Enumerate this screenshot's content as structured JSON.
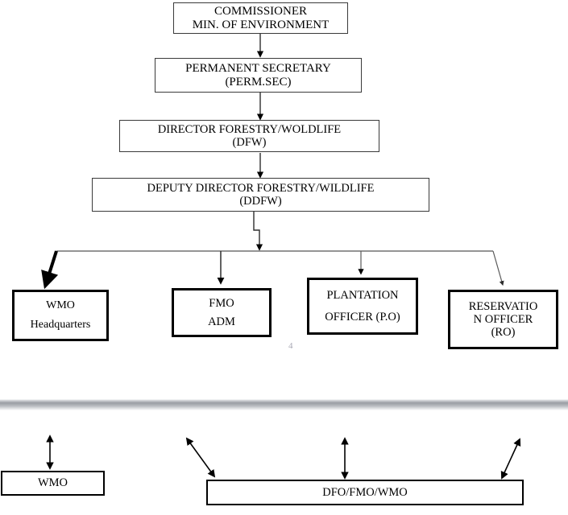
{
  "document": {
    "page_number": "4",
    "colors": {
      "ink": "#000000",
      "thin_stroke": "#3a3a3a",
      "page_number": "#a8a8b4",
      "divider": "#9a9ea4",
      "background": "#ffffff"
    }
  },
  "chart_data": {
    "type": "diagram",
    "subtype": "organizational-chart",
    "title": "",
    "sections": [
      "hierarchy",
      "field-coordination"
    ],
    "nodes": [
      {
        "id": "commissioner",
        "lines": [
          "COMMISSIONER",
          "MIN. OF ENVIRONMENT"
        ],
        "level": 0
      },
      {
        "id": "perm-secretary",
        "lines": [
          "PERMANENT SECRETARY",
          "(PERM.SEC)"
        ],
        "level": 1
      },
      {
        "id": "dfw",
        "lines": [
          "DIRECTOR FORESTRY/WOLDLIFE",
          "(DFW)"
        ],
        "level": 2
      },
      {
        "id": "ddfw",
        "lines": [
          "DEPUTY DIRECTOR FORESTRY/WILDLIFE",
          "(DDFW)"
        ],
        "level": 3
      },
      {
        "id": "wmo-hq",
        "lines": [
          "WMO",
          "Headquarters"
        ],
        "level": 4
      },
      {
        "id": "fmo-adm",
        "lines": [
          "FMO",
          "ADM"
        ],
        "level": 4
      },
      {
        "id": "plantation",
        "lines": [
          "PLANTATION",
          "OFFICER (P.O)"
        ],
        "level": 4
      },
      {
        "id": "reservation",
        "lines": [
          "RESERVATIO",
          "N OFFICER",
          "(RO)"
        ],
        "level": 4
      },
      {
        "id": "wmo-field",
        "lines": [
          "WMO"
        ],
        "level": 5
      },
      {
        "id": "dfo-fmo-wmo",
        "lines": [
          "DFO/FMO/WMO"
        ],
        "level": 5
      }
    ],
    "edges": [
      {
        "from": "commissioner",
        "to": "perm-secretary",
        "style": "arrow-down"
      },
      {
        "from": "perm-secretary",
        "to": "dfw",
        "style": "arrow-down"
      },
      {
        "from": "dfw",
        "to": "ddfw",
        "style": "arrow-down"
      },
      {
        "from": "ddfw",
        "to": "wmo-hq",
        "style": "bus-branch-thick-diagonal"
      },
      {
        "from": "ddfw",
        "to": "fmo-adm",
        "style": "bus-branch-down"
      },
      {
        "from": "ddfw",
        "to": "plantation",
        "style": "bus-branch-down"
      },
      {
        "from": "ddfw",
        "to": "reservation",
        "style": "bus-branch-thin-diagonal"
      },
      {
        "from": "wmo-field",
        "to": "above",
        "style": "double-arrow-vertical"
      },
      {
        "from": "dfo-fmo-wmo",
        "to": "above-left",
        "style": "double-arrow-diagonal"
      },
      {
        "from": "dfo-fmo-wmo",
        "to": "above-center",
        "style": "double-arrow-vertical"
      },
      {
        "from": "dfo-fmo-wmo",
        "to": "above-right",
        "style": "double-arrow-diagonal"
      }
    ]
  },
  "hierarchy": {
    "commissioner": {
      "line1": "COMMISSIONER",
      "line2": "MIN. OF ENVIRONMENT"
    },
    "perm_secretary": {
      "line1": "PERMANENT SECRETARY",
      "line2": "(PERM.SEC)"
    },
    "dfw": {
      "line1": "DIRECTOR FORESTRY/WOLDLIFE",
      "line2": "(DFW)"
    },
    "ddfw": {
      "line1": "DEPUTY DIRECTOR FORESTRY/WILDLIFE",
      "line2": "(DDFW)"
    }
  },
  "units": {
    "wmo_hq": {
      "line1": "WMO",
      "line2": "Headquarters"
    },
    "fmo_adm": {
      "line1": "FMO",
      "line2": "ADM"
    },
    "plantation": {
      "line1": "PLANTATION",
      "line2": "OFFICER (P.O)"
    },
    "reservation": {
      "line1": "RESERVATIO",
      "line2": "N OFFICER",
      "line3": "(RO)"
    }
  },
  "field": {
    "wmo": {
      "line1": "WMO"
    },
    "dfo_fmo_wmo": {
      "line1": "DFO/FMO/WMO"
    }
  }
}
